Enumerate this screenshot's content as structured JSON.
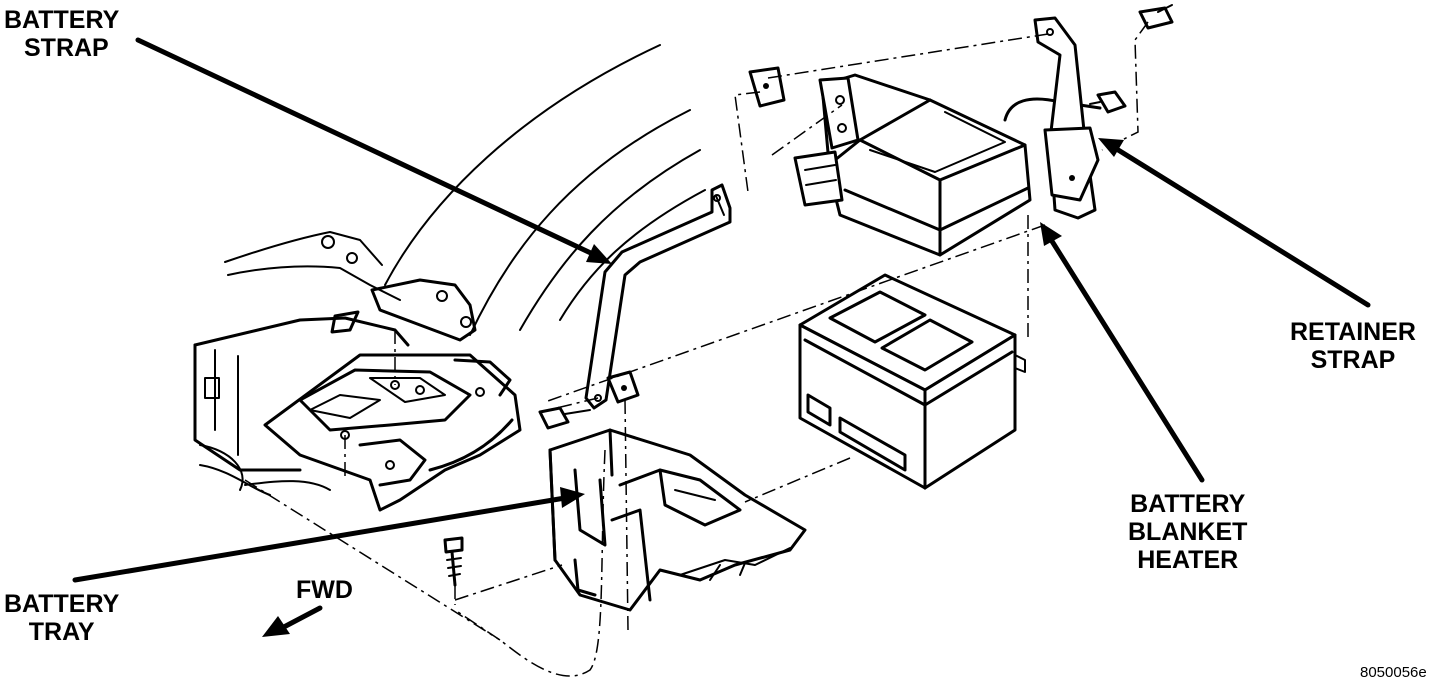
{
  "labels": {
    "battery_strap": [
      "BATTERY",
      "STRAP"
    ],
    "retainer_strap": [
      "RETAINER",
      "STRAP"
    ],
    "battery_blanket_heater": [
      "BATTERY",
      "BLANKET",
      "HEATER"
    ],
    "battery_tray": [
      "BATTERY",
      "TRAY"
    ],
    "fwd": "FWD"
  },
  "figure_number": "8050056e"
}
